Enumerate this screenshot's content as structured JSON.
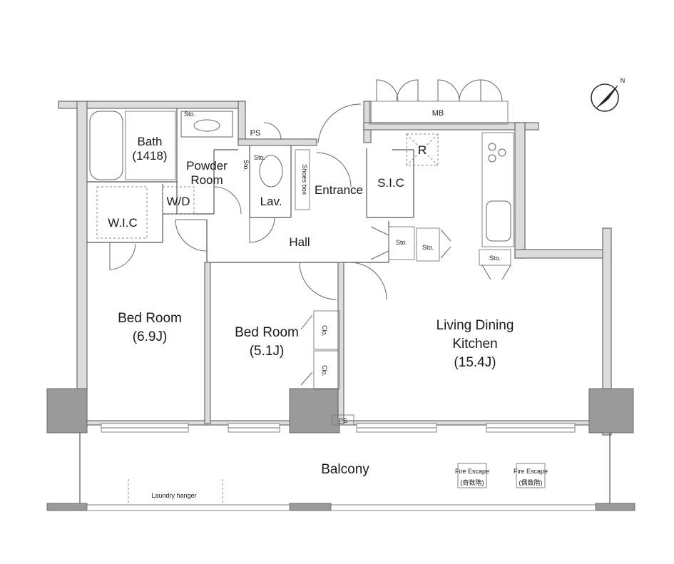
{
  "rooms": {
    "bath": "Bath",
    "bath_size": "(1418)",
    "powder_room_1": "Powder",
    "powder_room_2": "Room",
    "wd": "W/D",
    "wic": "W.I.C",
    "lav": "Lav.",
    "entrance": "Entrance",
    "sic": "S.I.C",
    "shoes_box": "Shoes box",
    "hall": "Hall",
    "mb": "MB",
    "r": "R",
    "ps_top": "PS",
    "ps_bottom": "PS",
    "sto": "Sto.",
    "clo": "Clo.",
    "bed1": "Bed Room",
    "bed1_size": "(6.9J)",
    "bed2": "Bed Room",
    "bed2_size": "(5.1J)",
    "ldk_1": "Living Dining",
    "ldk_2": "Kitchen",
    "ldk_size": "(15.4J)",
    "balcony": "Balcony",
    "laundry": "Laundry hanger",
    "fire_escape": "Fire Escape",
    "fire_odd": "(奇数階)",
    "fire_even": "(偶数階)"
  },
  "compass": {
    "label": "N",
    "icon": "north-arrow-icon"
  },
  "colors": {
    "wall": "#dcdcdc",
    "column": "#9a9a9a",
    "line": "#555555",
    "background": "#ffffff"
  }
}
